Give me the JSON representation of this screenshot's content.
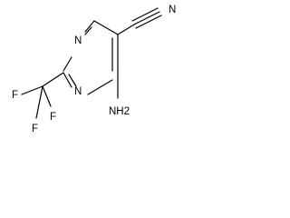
{
  "structure": {
    "atom_labels": {
      "n_top": "N",
      "n_bottom": "N",
      "nitrile_n": "N",
      "amine": "NH2",
      "fluorine_1": "F",
      "fluorine_2": "F",
      "fluorine_3": "F"
    },
    "colors": {
      "bond": "#000000",
      "label": "#000000",
      "background": "#ffffff"
    }
  }
}
